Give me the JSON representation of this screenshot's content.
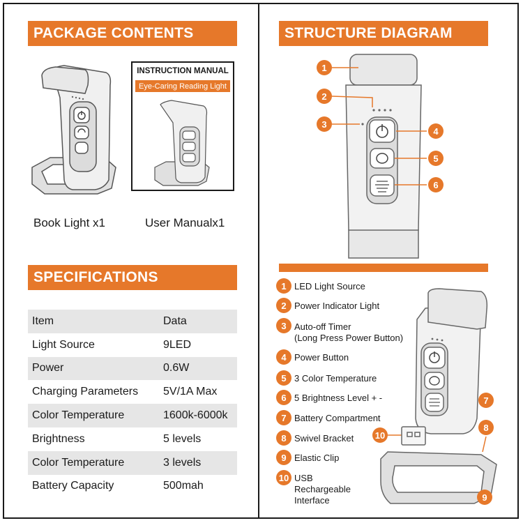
{
  "package": {
    "title": "PACKAGE CONTENTS",
    "book_light_caption": "Book Light x1",
    "manual_caption": "User Manualx1",
    "manual_title": "INSTRUCTION MANUAL",
    "manual_subtitle": "Eye-Caring Reading Light"
  },
  "specs": {
    "title": "SPECIFICATIONS",
    "rows": [
      {
        "key": "Item",
        "value": "Data"
      },
      {
        "key": "Light Source",
        "value": "9LED"
      },
      {
        "key": "Power",
        "value": "0.6W"
      },
      {
        "key": "Charging Parameters",
        "value": "5V/1A Max"
      },
      {
        "key": "Color Temperature",
        "value": "1600k-6000k"
      },
      {
        "key": "Brightness",
        "value": "5 levels"
      },
      {
        "key": "Color Temperature",
        "value": "3 levels"
      },
      {
        "key": "Battery Capacity",
        "value": "500mah"
      }
    ]
  },
  "structure": {
    "title": "STRUCTURE DIAGRAM",
    "parts": [
      {
        "num": "1",
        "label": "LED Light Source"
      },
      {
        "num": "2",
        "label": "Power Indicator Light"
      },
      {
        "num": "3",
        "label": "Auto-off Timer",
        "label2": "(Long Press Power Button)"
      },
      {
        "num": "4",
        "label": "Power Button"
      },
      {
        "num": "5",
        "label": "3 Color Temperature"
      },
      {
        "num": "6",
        "label": "5 Brightness Level + -"
      },
      {
        "num": "7",
        "label": "Battery Compartment"
      },
      {
        "num": "8",
        "label": "Swivel Bracket"
      },
      {
        "num": "9",
        "label": "Elastic Clip"
      },
      {
        "num": "10",
        "label": "USB",
        "label2": "Rechargeable",
        "label3": "Interface"
      }
    ]
  },
  "colors": {
    "accent": "#e6782a",
    "row_shade": "#e6e6e6"
  },
  "icons": [
    "book-light-illustration",
    "power-icon",
    "cycle-icon",
    "brightness-icon",
    "usb-connector-icon"
  ]
}
